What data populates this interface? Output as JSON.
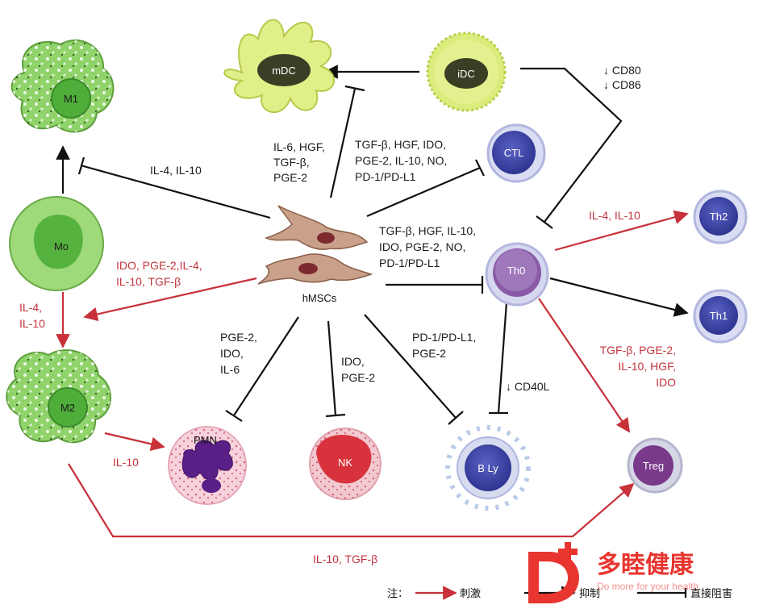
{
  "cells": {
    "mdc": "mDC",
    "idc": "iDC",
    "m1": "M1",
    "mo": "Mo",
    "m2": "M2",
    "hmscs": "hMSCs",
    "ctl": "CTL",
    "th0": "Th0",
    "th2": "Th2",
    "th1": "Th1",
    "pmn": "PMN",
    "nk": "NK",
    "bly": "B Ly",
    "treg": "Treg"
  },
  "labels": {
    "cd80": "↓ CD80",
    "cd86": "↓ CD86",
    "mdc_factors": [
      "IL-6, HGF,",
      "TGF-β,",
      "PGE-2"
    ],
    "ctl_factors": [
      "TGF-β, HGF, IDO,",
      "PGE-2, IL-10, NO,",
      "PD-1/PD-L1"
    ],
    "m1_factors": "IL-4, IL-10",
    "th0_factors": [
      "TGF-β, HGF, IL-10,",
      "IDO, PGE-2, NO,",
      "PD-1/PD-L1"
    ],
    "th2_factors": "IL-4, IL-10",
    "m2_factors": [
      "IDO, PGE-2,IL-4,",
      "IL-10, TGF-β"
    ],
    "mo_to_m2": [
      "IL-4,",
      "IL-10"
    ],
    "pmn_factors": [
      "PGE-2,",
      "IDO,",
      "IL-6"
    ],
    "nk_factors": [
      "IDO,",
      "PGE-2"
    ],
    "bly_factors": [
      "PD-1/PD-L1,",
      "PGE-2"
    ],
    "cd40l": "↓ CD40L",
    "treg_factors": [
      "TGF-β, PGE-2,",
      "IL-10, HGF,",
      "IDO"
    ],
    "m2_pmn": "IL-10",
    "m2_treg": "IL-10, TGF-β"
  },
  "legend": {
    "note": "注：",
    "stimulate": "刺激",
    "inhibit": "抑制",
    "direct_inhibit": "直接阻害"
  },
  "brand": {
    "name": "多睦健康",
    "slogan": "Do more for your health"
  },
  "colors": {
    "stimulation_arrow": "#c8303a",
    "inhibition_arrow": "#111111",
    "macrophage": "#8fd36a",
    "dendritic": "#d9ec7c",
    "lymphocyte": "#3f48a8",
    "treg": "#7a3a8c",
    "brand": "#e8352f"
  }
}
